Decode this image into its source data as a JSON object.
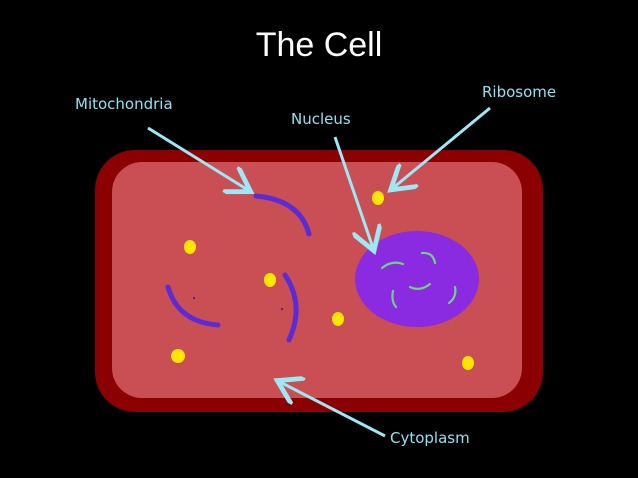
{
  "slide": {
    "title": "The Cell",
    "background": "#000000"
  },
  "labels": {
    "mitochondria": "Mitochondria",
    "nucleus": "Nucleus",
    "ribosome": "Ribosome",
    "cytoplasm": "Cytoplasm"
  },
  "colors": {
    "cell_wall": "#8b0000",
    "cytoplasm": "#c94f55",
    "nucleus": "#8a2be2",
    "mitochondria": "#5b2bd6",
    "ribosome": "#ffe600",
    "chromatin": "#6fd37a",
    "arrow": "#9ee8f5",
    "label_text": "#8fe3f2"
  }
}
